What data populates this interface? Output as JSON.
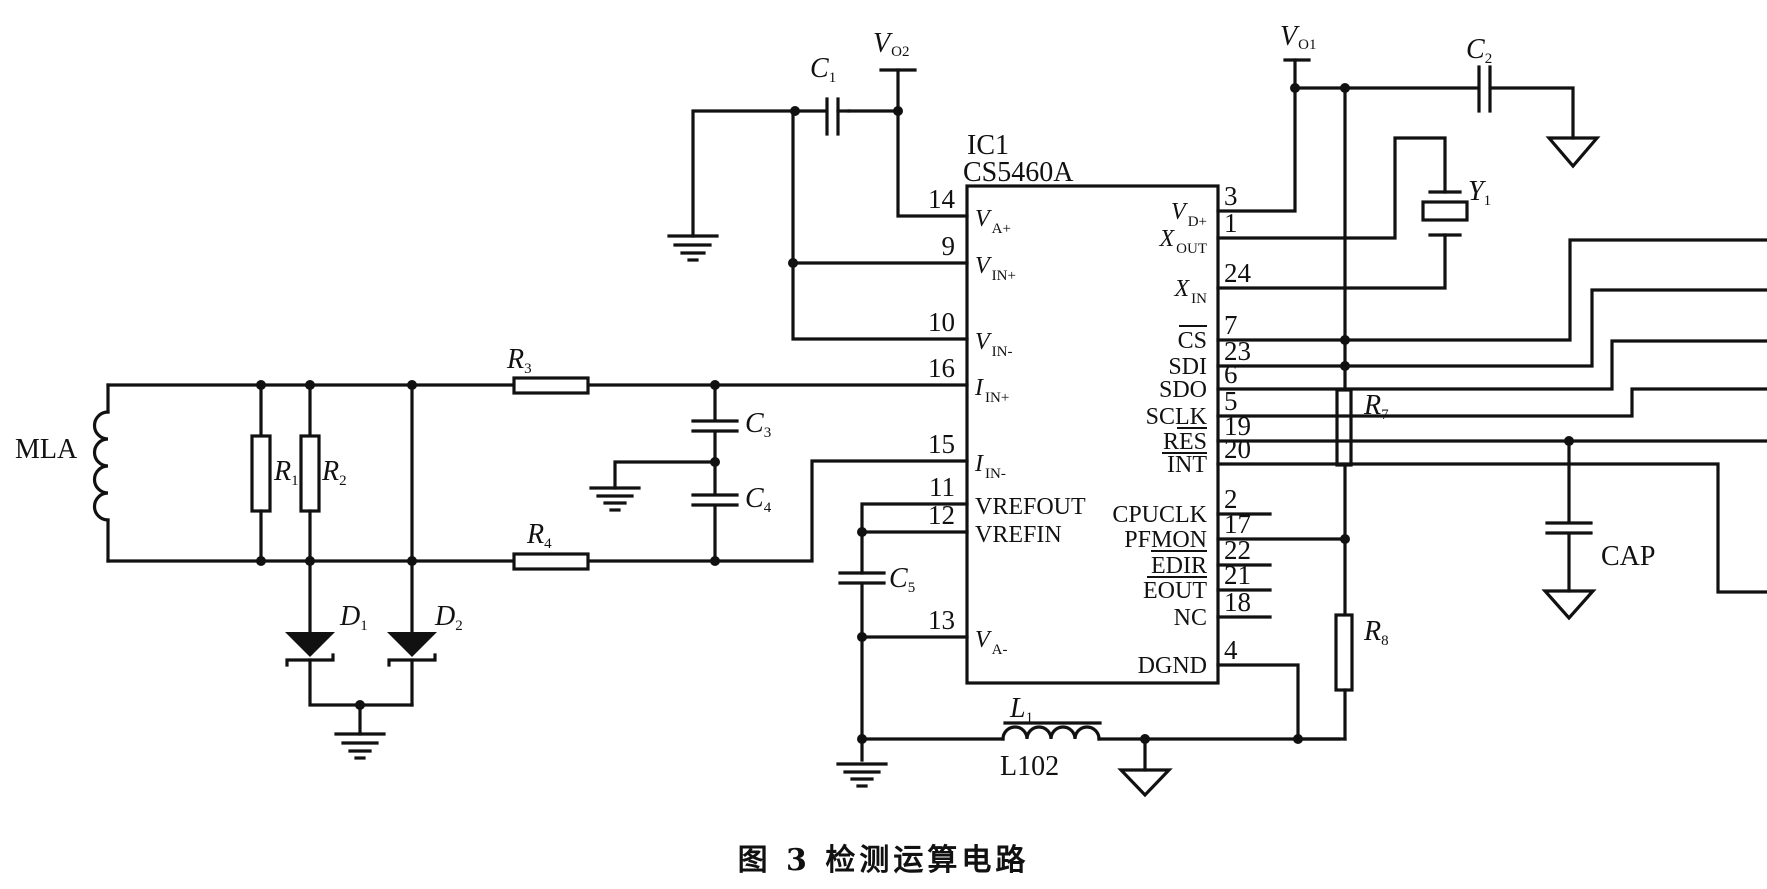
{
  "figure": {
    "caption": "图 3   检测运算电路"
  },
  "ic": {
    "ref": "IC1",
    "part": "CS5460A",
    "left_pins": [
      {
        "num": "14",
        "name": "V",
        "sub": "A+"
      },
      {
        "num": "9",
        "name": "V",
        "sub": "IN+"
      },
      {
        "num": "10",
        "name": "V",
        "sub": "IN-"
      },
      {
        "num": "16",
        "name": "I",
        "sub": "IN+"
      },
      {
        "num": "15",
        "name": "I",
        "sub": "IN-"
      },
      {
        "num": "11",
        "name": "VREFOUT",
        "sub": ""
      },
      {
        "num": "12",
        "name": "VREFIN",
        "sub": ""
      },
      {
        "num": "13",
        "name": "V",
        "sub": "A-"
      }
    ],
    "right_pins": [
      {
        "num": "3",
        "name": "V",
        "sub": "D+"
      },
      {
        "num": "1",
        "name": "X",
        "sub": "OUT"
      },
      {
        "num": "24",
        "name": "X",
        "sub": "IN"
      },
      {
        "num": "7",
        "name": "CS",
        "sub": ""
      },
      {
        "num": "23",
        "name": "SDI",
        "sub": ""
      },
      {
        "num": "6",
        "name": "SDO",
        "sub": ""
      },
      {
        "num": "5",
        "name": "SCLK",
        "sub": ""
      },
      {
        "num": "19",
        "name": "RES",
        "sub": ""
      },
      {
        "num": "20",
        "name": "INT",
        "sub": ""
      },
      {
        "num": "2",
        "name": "CPUCLK",
        "sub": ""
      },
      {
        "num": "17",
        "name": "PFMON",
        "sub": ""
      },
      {
        "num": "22",
        "name": "EDIR",
        "sub": ""
      },
      {
        "num": "21",
        "name": "EOUT",
        "sub": ""
      },
      {
        "num": "18",
        "name": "NC",
        "sub": ""
      },
      {
        "num": "4",
        "name": "DGND",
        "sub": ""
      }
    ]
  },
  "components": {
    "coil": "MLA",
    "R1": {
      "name": "R",
      "sub": "1"
    },
    "R2": {
      "name": "R",
      "sub": "2"
    },
    "R3": {
      "name": "R",
      "sub": "3"
    },
    "R4": {
      "name": "R",
      "sub": "4"
    },
    "R7": {
      "name": "R",
      "sub": "7"
    },
    "R8": {
      "name": "R",
      "sub": "8"
    },
    "C1": {
      "name": "C",
      "sub": "1"
    },
    "C2": {
      "name": "C",
      "sub": "2"
    },
    "C3": {
      "name": "C",
      "sub": "3"
    },
    "C4": {
      "name": "C",
      "sub": "4"
    },
    "C5": {
      "name": "C",
      "sub": "5"
    },
    "D1": {
      "name": "D",
      "sub": "1"
    },
    "D2": {
      "name": "D",
      "sub": "2"
    },
    "Y1": {
      "name": "Y",
      "sub": "1"
    },
    "L1": {
      "name": "L",
      "sub": "1"
    },
    "L1_value": "L102",
    "CAP": "CAP",
    "VO1": {
      "name": "V",
      "sub": "O1"
    },
    "VO2": {
      "name": "V",
      "sub": "O2"
    }
  }
}
